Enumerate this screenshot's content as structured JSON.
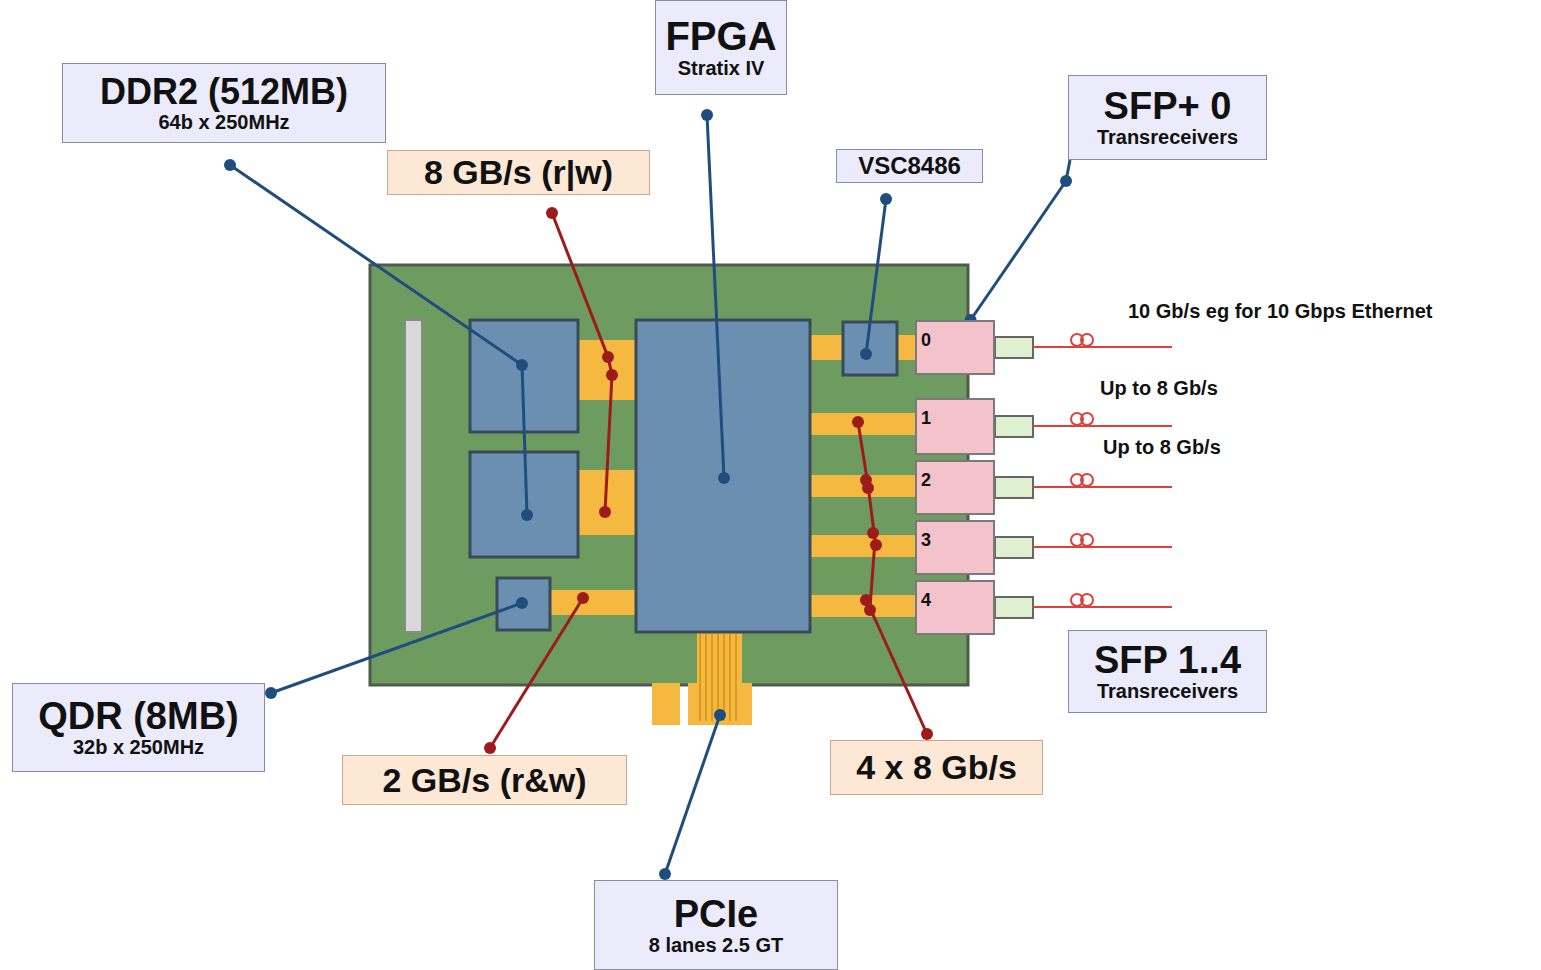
{
  "diagram": {
    "nodes": [
      {
        "text": [
          "FPGA",
          "Stratix IV"
        ]
      },
      {
        "text": [
          "DDR2 (512MB)",
          "64b x 250MHz"
        ]
      },
      {
        "text": [
          "SFP+ 0",
          "Transreceivers"
        ]
      },
      {
        "text": [
          "VSC8486"
        ]
      },
      {
        "text": [
          "8 GB/s (r|w)"
        ]
      },
      {
        "text": [
          "0"
        ]
      },
      {
        "text": [
          "1"
        ]
      },
      {
        "text": [
          "2"
        ]
      },
      {
        "text": [
          "3"
        ]
      },
      {
        "text": [
          "4"
        ]
      },
      {
        "text": [
          "SFP 1..4",
          "Transreceivers"
        ]
      },
      {
        "text": [
          "QDR (8MB)",
          "32b x 250MHz"
        ]
      },
      {
        "text": [
          "4 x 8 Gb/s"
        ]
      },
      {
        "text": [
          "2 GB/s (r&w)"
        ]
      },
      {
        "text": [
          "PCIe",
          "8 lanes 2.5 GT"
        ]
      }
    ],
    "edges": [
      {
        "from": 2,
        "to": 5,
        "arrow": "none"
      }
    ],
    "labels": [
      "10 Gb/s eg for 10 Gbps Ethernet",
      "Up to 8 Gb/s",
      "Up to 8 Gb/s"
    ]
  }
}
